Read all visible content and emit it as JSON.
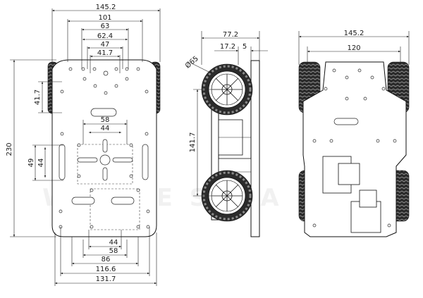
{
  "top_view": {
    "overall_width": "145.2",
    "width_101": "101",
    "width_63": "63",
    "width_62_4": "62.4",
    "width_47": "47",
    "width_41_7": "41.7",
    "overall_length": "230",
    "side_41_7": "41.7",
    "slot_58": "58",
    "slot_44": "44",
    "side_49": "49",
    "side_44": "44",
    "bottom_44": "44",
    "bottom_58": "58",
    "bottom_86": "86",
    "bottom_116_6": "116.6",
    "bottom_131_7": "131.7"
  },
  "side_view": {
    "height_77_2": "77.2",
    "height_17_2": "17.2",
    "height_5": "5",
    "wheel_diameter": "Ø65",
    "wheelbase": "141.7"
  },
  "bottom_view": {
    "overall_width": "145.2",
    "plate_width": "120"
  }
}
